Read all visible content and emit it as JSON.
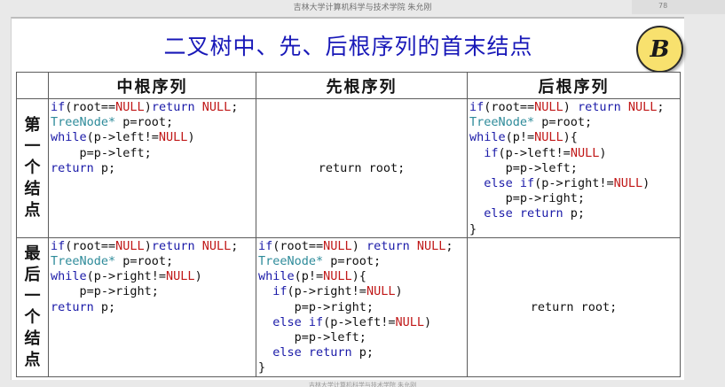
{
  "header": {
    "text": "吉林大学计算机科学与技术学院 朱允刚",
    "page_number": "78"
  },
  "footer": {
    "text": "吉林大学计算机科学与技术学院 朱允刚"
  },
  "slide": {
    "title": "二叉树中、先、后根序列的首末结点",
    "badge": "B"
  },
  "table": {
    "headers": [
      "中根序列",
      "先根序列",
      "后根序列"
    ],
    "rows": [
      {
        "label": [
          "第",
          "一",
          "个",
          "结",
          "点"
        ],
        "inorder": [
          [
            {
              "t": "if",
              "c": "kw"
            },
            {
              "t": "(root=="
            },
            {
              "t": "NULL",
              "c": "nl"
            },
            {
              "t": ")"
            },
            {
              "t": "return",
              "c": "kw"
            },
            {
              "t": " "
            },
            {
              "t": "NULL",
              "c": "nl"
            },
            {
              "t": ";"
            }
          ],
          [
            {
              "t": "TreeNode*",
              "c": "ty"
            },
            {
              "t": " p=root;"
            }
          ],
          [
            {
              "t": "while",
              "c": "kw"
            },
            {
              "t": "(p->left!="
            },
            {
              "t": "NULL",
              "c": "nl"
            },
            {
              "t": ")"
            }
          ],
          [
            {
              "t": "    p=p->left;"
            }
          ],
          [
            {
              "t": "return",
              "c": "kw"
            },
            {
              "t": " p;"
            }
          ]
        ],
        "preorder_simple": "return root;",
        "postorder": [
          [
            {
              "t": "if",
              "c": "kw"
            },
            {
              "t": "(root=="
            },
            {
              "t": "NULL",
              "c": "nl"
            },
            {
              "t": ") "
            },
            {
              "t": "return",
              "c": "kw"
            },
            {
              "t": " "
            },
            {
              "t": "NULL",
              "c": "nl"
            },
            {
              "t": ";"
            }
          ],
          [
            {
              "t": "TreeNode*",
              "c": "ty"
            },
            {
              "t": " p=root;"
            }
          ],
          [
            {
              "t": "while",
              "c": "kw"
            },
            {
              "t": "(p!="
            },
            {
              "t": "NULL",
              "c": "nl"
            },
            {
              "t": "){"
            }
          ],
          [
            {
              "t": "  "
            },
            {
              "t": "if",
              "c": "kw"
            },
            {
              "t": "(p->left!="
            },
            {
              "t": "NULL",
              "c": "nl"
            },
            {
              "t": ")"
            }
          ],
          [
            {
              "t": "     p=p->left;"
            }
          ],
          [
            {
              "t": "  "
            },
            {
              "t": "else if",
              "c": "kw"
            },
            {
              "t": "(p->right!="
            },
            {
              "t": "NULL",
              "c": "nl"
            },
            {
              "t": ")"
            }
          ],
          [
            {
              "t": "     p=p->right;"
            }
          ],
          [
            {
              "t": "  "
            },
            {
              "t": "else return",
              "c": "kw"
            },
            {
              "t": " p;"
            }
          ],
          [
            {
              "t": "}"
            }
          ]
        ]
      },
      {
        "label": [
          "最",
          "后",
          "一",
          "个",
          "结",
          "点"
        ],
        "inorder": [
          [
            {
              "t": "if",
              "c": "kw"
            },
            {
              "t": "(root=="
            },
            {
              "t": "NULL",
              "c": "nl"
            },
            {
              "t": ")"
            },
            {
              "t": "return",
              "c": "kw"
            },
            {
              "t": " "
            },
            {
              "t": "NULL",
              "c": "nl"
            },
            {
              "t": ";"
            }
          ],
          [
            {
              "t": "TreeNode*",
              "c": "ty"
            },
            {
              "t": " p=root;"
            }
          ],
          [
            {
              "t": "while",
              "c": "kw"
            },
            {
              "t": "(p->right!="
            },
            {
              "t": "NULL",
              "c": "nl"
            },
            {
              "t": ")"
            }
          ],
          [
            {
              "t": "    p=p->right;"
            }
          ],
          [
            {
              "t": "return",
              "c": "kw"
            },
            {
              "t": " p;"
            }
          ]
        ],
        "preorder": [
          [
            {
              "t": "if",
              "c": "kw"
            },
            {
              "t": "(root=="
            },
            {
              "t": "NULL",
              "c": "nl"
            },
            {
              "t": ") "
            },
            {
              "t": "return",
              "c": "kw"
            },
            {
              "t": " "
            },
            {
              "t": "NULL",
              "c": "nl"
            },
            {
              "t": ";"
            }
          ],
          [
            {
              "t": "TreeNode*",
              "c": "ty"
            },
            {
              "t": " p=root;"
            }
          ],
          [
            {
              "t": "while",
              "c": "kw"
            },
            {
              "t": "(p!="
            },
            {
              "t": "NULL",
              "c": "nl"
            },
            {
              "t": "){"
            }
          ],
          [
            {
              "t": "  "
            },
            {
              "t": "if",
              "c": "kw"
            },
            {
              "t": "(p->right!="
            },
            {
              "t": "NULL",
              "c": "nl"
            },
            {
              "t": ")"
            }
          ],
          [
            {
              "t": "     p=p->right;"
            }
          ],
          [
            {
              "t": "  "
            },
            {
              "t": "else if",
              "c": "kw"
            },
            {
              "t": "(p->left!="
            },
            {
              "t": "NULL",
              "c": "nl"
            },
            {
              "t": ")"
            }
          ],
          [
            {
              "t": "     p=p->left;"
            }
          ],
          [
            {
              "t": "  "
            },
            {
              "t": "else return",
              "c": "kw"
            },
            {
              "t": " p;"
            }
          ],
          [
            {
              "t": "}"
            }
          ]
        ],
        "postorder_simple": "return root;"
      }
    ]
  },
  "colors": {
    "title": "#1818b8",
    "keyword": "#1a1aa8",
    "type": "#2e8b9a",
    "null": "#c01818",
    "badge": "#f8e16e"
  }
}
